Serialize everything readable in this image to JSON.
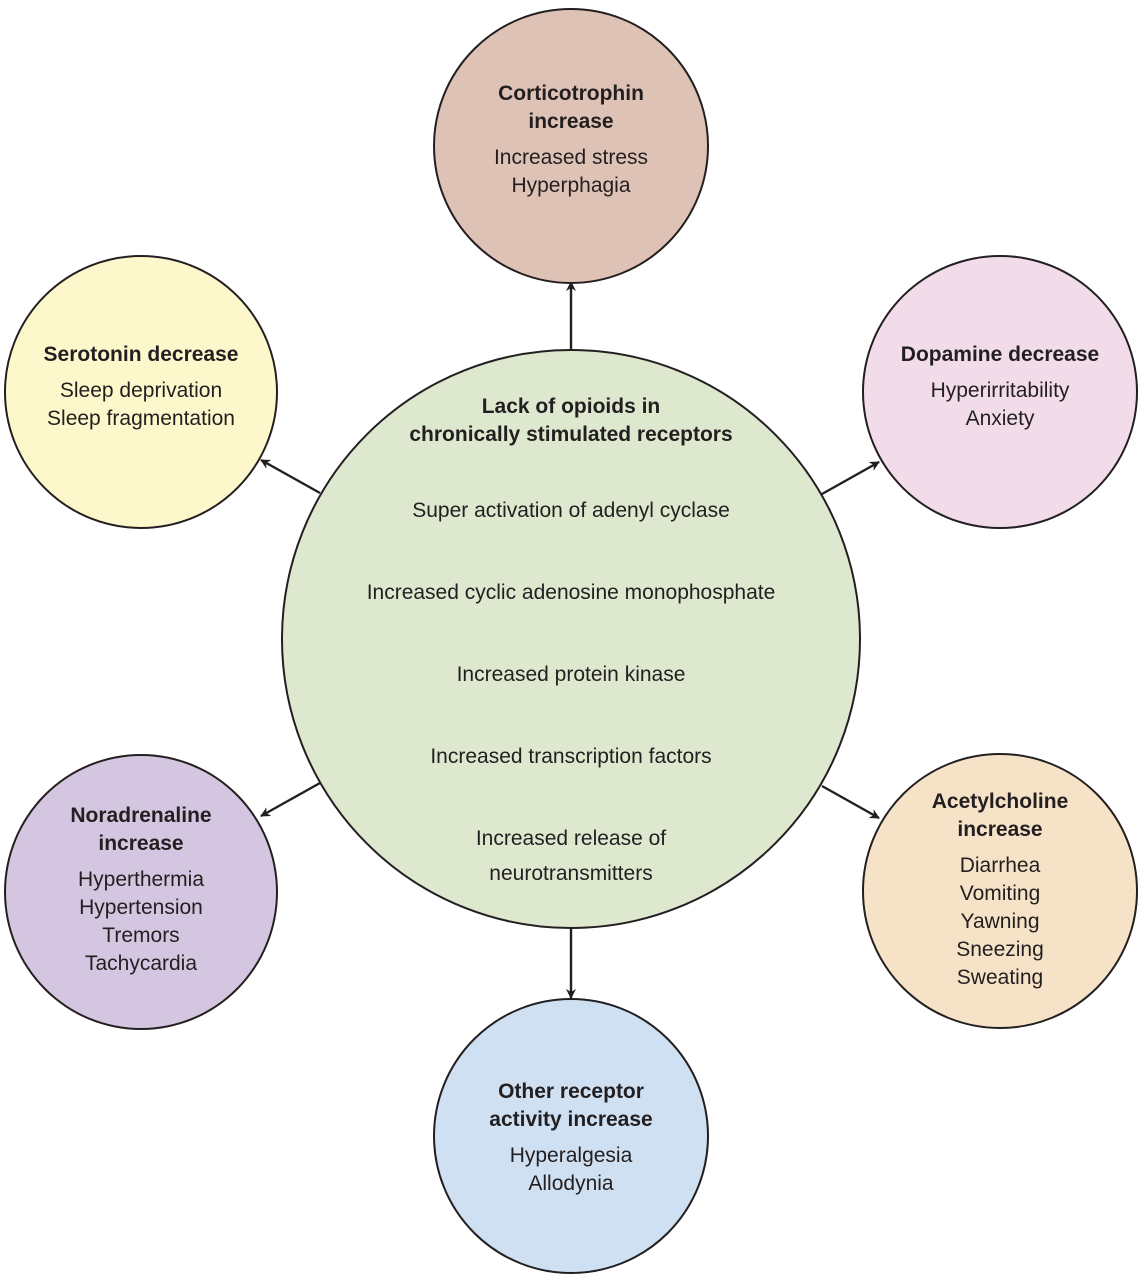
{
  "center": {
    "title_lines": [
      "Lack of opioids in",
      "chronically stimulated receptors"
    ],
    "steps": [
      "Super activation of adenyl cyclase",
      "Increased cyclic adenosine monophosphate",
      "Increased protein kinase",
      "Increased transcription factors"
    ],
    "final_step_lines": [
      "Increased release of",
      "neurotransmitters"
    ]
  },
  "effects": {
    "corticotrophin": {
      "title_lines": [
        "Corticotrophin",
        "increase"
      ],
      "items": [
        "Increased stress",
        "Hyperphagia"
      ],
      "color": "#dfc2b6"
    },
    "serotonin": {
      "title_lines": [
        "Serotonin decrease"
      ],
      "items": [
        "Sleep deprivation",
        "Sleep fragmentation"
      ],
      "color": "#fdf8cb"
    },
    "dopamine": {
      "title_lines": [
        "Dopamine decrease"
      ],
      "items": [
        "Hyperirritability",
        "Anxiety"
      ],
      "color": "#f2dcea"
    },
    "noradrenaline": {
      "title_lines": [
        "Noradrenaline",
        "increase"
      ],
      "items": [
        "Hyperthermia",
        "Hypertension",
        "Tremors",
        "Tachycardia"
      ],
      "color": "#d4c6e0"
    },
    "acetylcholine": {
      "title_lines": [
        "Acetylcholine",
        "increase"
      ],
      "items": [
        "Diarrhea",
        "Vomiting",
        "Yawning",
        "Sneezing",
        "Sweating"
      ],
      "color": "#f6e3c7"
    },
    "other_receptor": {
      "title_lines": [
        "Other receptor",
        "activity increase"
      ],
      "items": [
        "Hyperalgesia",
        "Allodynia"
      ],
      "color": "#cfe0f2"
    }
  },
  "colors": {
    "center_fill": "#dde8cf",
    "stroke": "#231f20"
  }
}
